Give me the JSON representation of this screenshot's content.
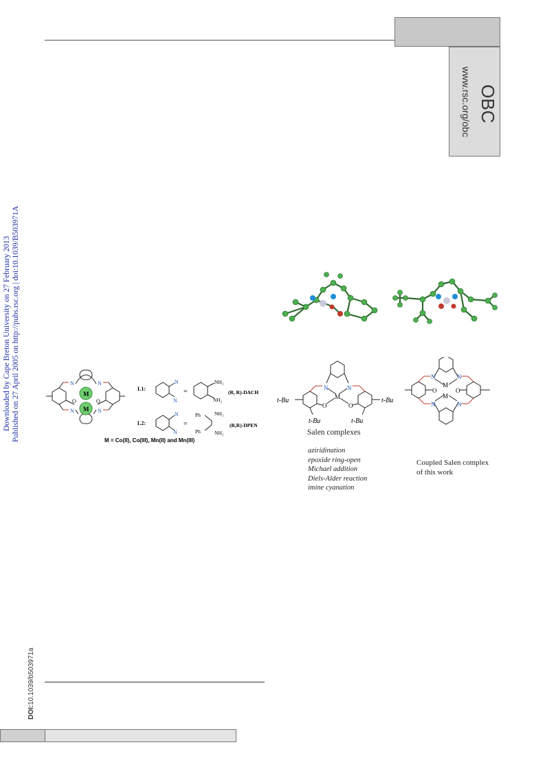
{
  "journal": {
    "abbrev": "OBC",
    "url": "www.rsc.org/obc"
  },
  "sidebar": {
    "line1": "Downloaded by Cape Breton University on 27 February 2013",
    "line2": "Published on 27 April 2005 on http://pubs.rsc.org | doi:10.1039/B503971A"
  },
  "doi": {
    "prefix": "DOI:",
    "value": "10.1039/b503971a"
  },
  "figure_left": {
    "metal_label": "M",
    "ligand1_tag": "L1:",
    "ligand1_name": "(R, R)-DACH",
    "ligand2_tag": "L2:",
    "ligand2_name": "(R,R)-DPEN",
    "nh2": "NH₂",
    "ph": "Ph",
    "n": "N",
    "o": "O",
    "eq": "=",
    "metals": "M = Co(II), Co(III), Mn(II) and Mn(III)"
  },
  "figure_right": {
    "tbu": "t-Bu",
    "n": "N",
    "o": "O",
    "m": "M",
    "salen_title": "Salen complexes",
    "reactions": [
      "aziridination",
      "epoxide ring-open",
      "Michael addition",
      "Diels-Alder reaction",
      "imine cyanation"
    ],
    "coupled_line1": "Coupled Salen complex",
    "coupled_line2": "of this work"
  }
}
